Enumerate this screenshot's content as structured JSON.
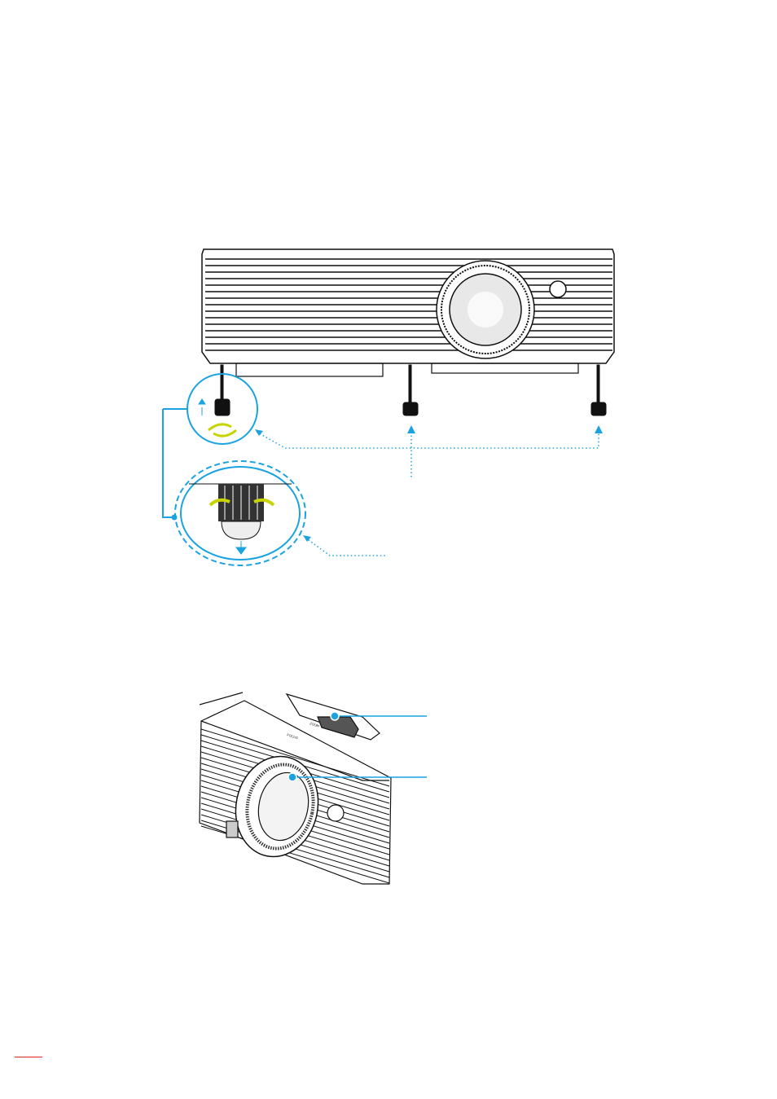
{
  "figure_1": {
    "name": "projector-front-view-adjustment-feet"
  },
  "figure_2": {
    "name": "projector-zoom-focus-controls",
    "zoom_label": "ZOOM",
    "focus_label": "FOCUS"
  },
  "colors": {
    "callout": "#1aa3e0",
    "arrow_green": "#c8d400",
    "footer_rule": "#e0261c",
    "line": "#111111"
  }
}
